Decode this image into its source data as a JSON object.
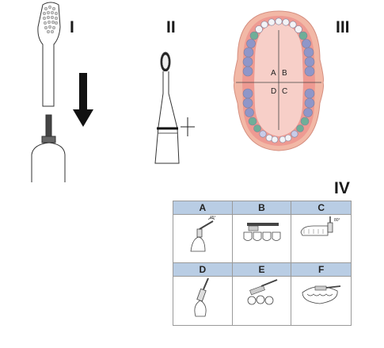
{
  "panels": [
    {
      "numeral": "I"
    },
    {
      "numeral": "II"
    },
    {
      "numeral": "III",
      "quadrants": [
        "A",
        "B",
        "D",
        "C"
      ]
    },
    {
      "numeral": "IV"
    }
  ],
  "techniques": [
    {
      "label": "A",
      "angle": "45°"
    },
    {
      "label": "B",
      "angle": ""
    },
    {
      "label": "C",
      "angle": "80°"
    },
    {
      "label": "D",
      "angle": ""
    },
    {
      "label": "E",
      "angle": ""
    },
    {
      "label": "F",
      "angle": ""
    }
  ],
  "colors": {
    "table_header": "#b9cde4",
    "gum": "#ee9a92",
    "lip": "#f2b8a6",
    "molar_blue": "#8f96c9",
    "molar_green": "#6fae98",
    "tooth": "#f3f3f6"
  }
}
